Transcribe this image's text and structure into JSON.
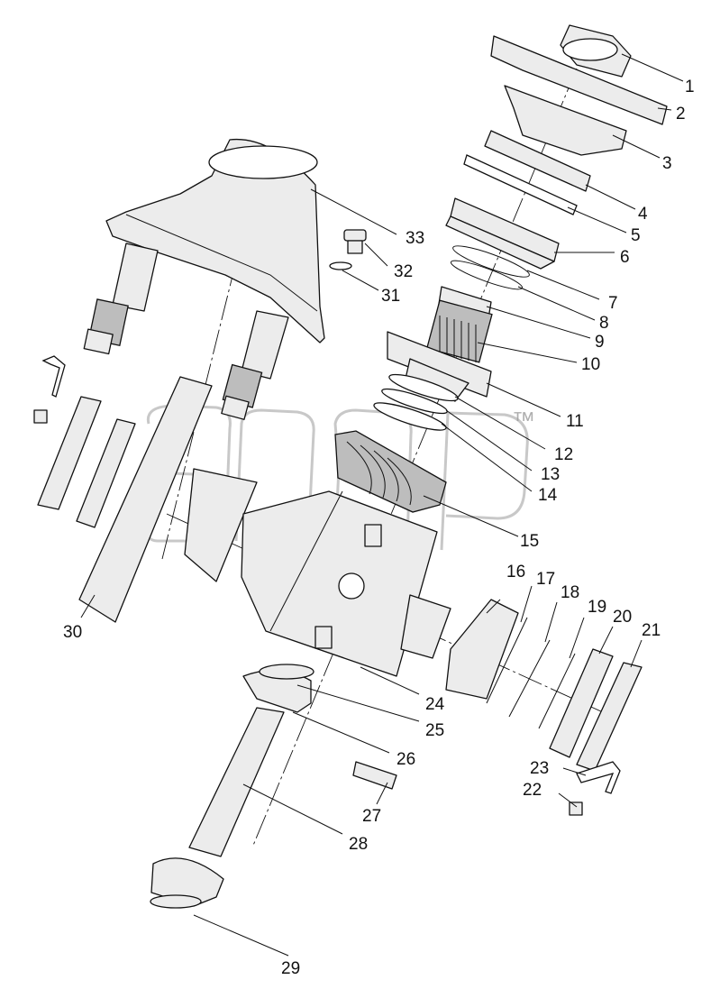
{
  "diagram": {
    "watermark_text": "™",
    "callouts": [
      {
        "id": "1",
        "label": "1"
      },
      {
        "id": "2",
        "label": "2"
      },
      {
        "id": "3",
        "label": "3"
      },
      {
        "id": "4",
        "label": "4"
      },
      {
        "id": "5",
        "label": "5"
      },
      {
        "id": "6",
        "label": "6"
      },
      {
        "id": "7",
        "label": "7"
      },
      {
        "id": "8",
        "label": "8"
      },
      {
        "id": "9",
        "label": "9"
      },
      {
        "id": "10",
        "label": "10"
      },
      {
        "id": "11",
        "label": "11"
      },
      {
        "id": "12",
        "label": "12"
      },
      {
        "id": "13",
        "label": "13"
      },
      {
        "id": "14",
        "label": "14"
      },
      {
        "id": "15",
        "label": "15"
      },
      {
        "id": "16",
        "label": "16"
      },
      {
        "id": "17",
        "label": "17"
      },
      {
        "id": "18",
        "label": "18"
      },
      {
        "id": "19",
        "label": "19"
      },
      {
        "id": "20",
        "label": "20"
      },
      {
        "id": "21",
        "label": "21"
      },
      {
        "id": "22",
        "label": "22"
      },
      {
        "id": "23",
        "label": "23"
      },
      {
        "id": "24",
        "label": "24"
      },
      {
        "id": "25",
        "label": "25"
      },
      {
        "id": "26",
        "label": "26"
      },
      {
        "id": "27",
        "label": "27"
      },
      {
        "id": "28",
        "label": "28"
      },
      {
        "id": "29",
        "label": "29"
      },
      {
        "id": "30",
        "label": "30"
      },
      {
        "id": "31",
        "label": "31"
      },
      {
        "id": "32",
        "label": "32"
      },
      {
        "id": "33",
        "label": "33"
      }
    ]
  }
}
